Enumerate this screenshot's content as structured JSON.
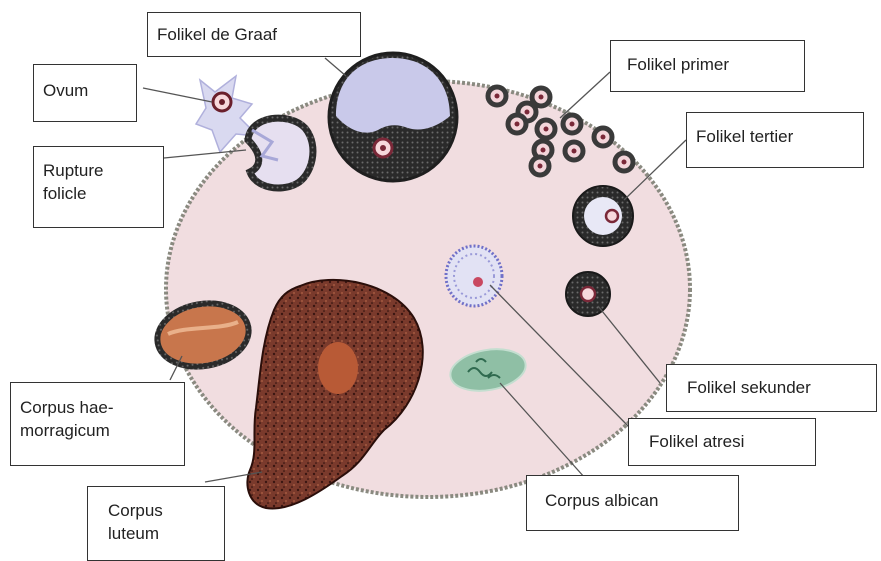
{
  "diagram": {
    "labels": {
      "folikel_de_graaf": "Folikel de Graaf",
      "ovum": "Ovum",
      "rupture_folicle": "Rupture\nfolicle",
      "folikel_primer": "Folikel  primer",
      "folikel_tertier": "Folikel tertier",
      "corpus_haemorragicum": "Corpus hae-\nmorragicum",
      "corpus_luteum": "Corpus\nluteum",
      "folikel_sekunder": "Folikel sekunder",
      "folikel_atresi": "Folikel  atresi",
      "corpus_albican": "Corpus albican"
    },
    "colors": {
      "ovary_fill": "#f1dde0",
      "ovary_border": "#8a8a80",
      "follicle_ring": "#2a2a2a",
      "antrum": "#c9c9ea",
      "oocyte": "#7a2838",
      "corpus_luteum": "#7a3a2c",
      "corpus_haemorragicum": "#c8764c",
      "corpus_albican": "#8fbfa5"
    }
  }
}
